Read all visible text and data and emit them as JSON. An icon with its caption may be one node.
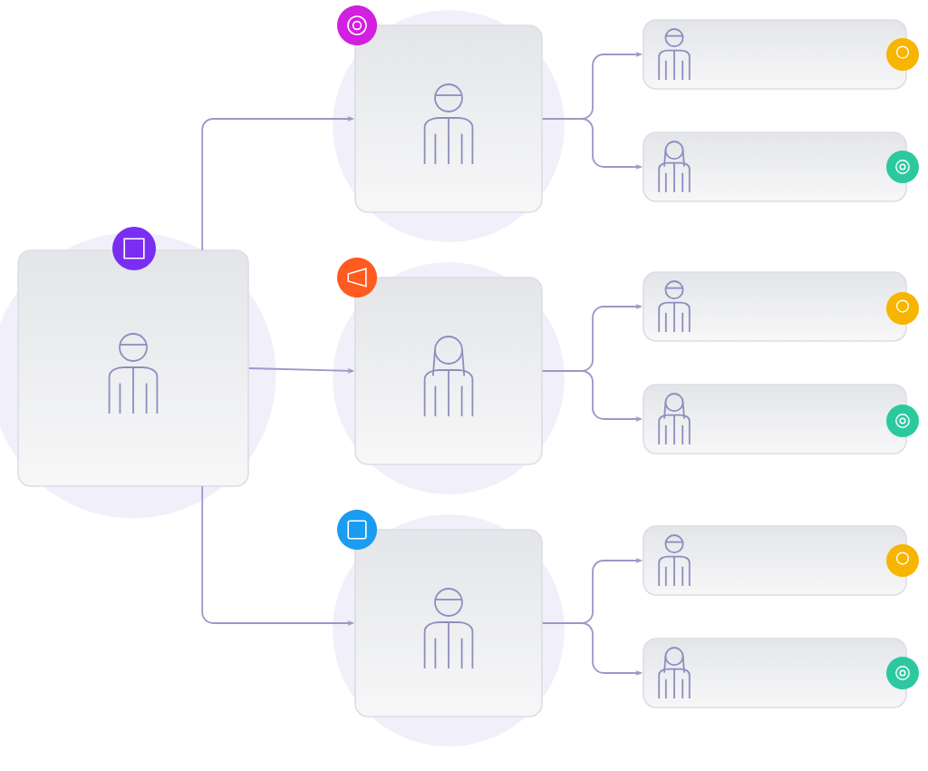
{
  "diagram": {
    "nodes": [
      {
        "text": [],
        "shape": "box"
      },
      {
        "text": [],
        "shape": "box"
      },
      {
        "text": [],
        "shape": "box"
      },
      {
        "text": [],
        "shape": "box"
      },
      {
        "text": [],
        "shape": "box"
      },
      {
        "text": [],
        "shape": "box"
      },
      {
        "text": [],
        "shape": "box"
      },
      {
        "text": [],
        "shape": "box"
      },
      {
        "text": [],
        "shape": "box"
      },
      {
        "text": [],
        "shape": "box"
      }
    ],
    "edges": [
      {
        "from": 0,
        "to": 1,
        "arrow": "to"
      },
      {
        "from": 0,
        "to": 2,
        "arrow": "to"
      },
      {
        "from": 0,
        "to": 3,
        "arrow": "to"
      },
      {
        "from": 1,
        "to": 4,
        "arrow": "to"
      },
      {
        "from": 1,
        "to": 5,
        "arrow": "to"
      },
      {
        "from": 2,
        "to": 6,
        "arrow": "to"
      },
      {
        "from": 2,
        "to": 7,
        "arrow": "to"
      },
      {
        "from": 3,
        "to": 8,
        "arrow": "to"
      },
      {
        "from": 3,
        "to": 9,
        "arrow": "to"
      }
    ]
  }
}
